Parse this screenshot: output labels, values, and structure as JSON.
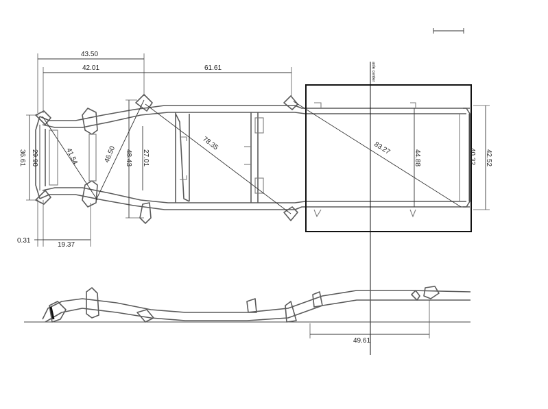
{
  "top_view": {
    "dims": {
      "overall_a": "43.50",
      "overall_b": "42.01",
      "mid_span": "61.61",
      "front_width_outer": "36.61",
      "front_width_inner": "29.90",
      "front_diag": "41.54",
      "front_diag_b": "46.50",
      "crossmember_width": "48.43",
      "crossmember_inner": "27.01",
      "long_diag": "78.35",
      "rear_diag": "83.27",
      "rear_width_inner": "44.88",
      "rear_width_b": "40.32",
      "rear_width_outer": "42.52",
      "offset_small": "0.31",
      "front_offset": "19.37"
    },
    "axle_label": "axle center"
  },
  "side_view": {
    "dims": {
      "rear_overhang": "49.61"
    }
  }
}
